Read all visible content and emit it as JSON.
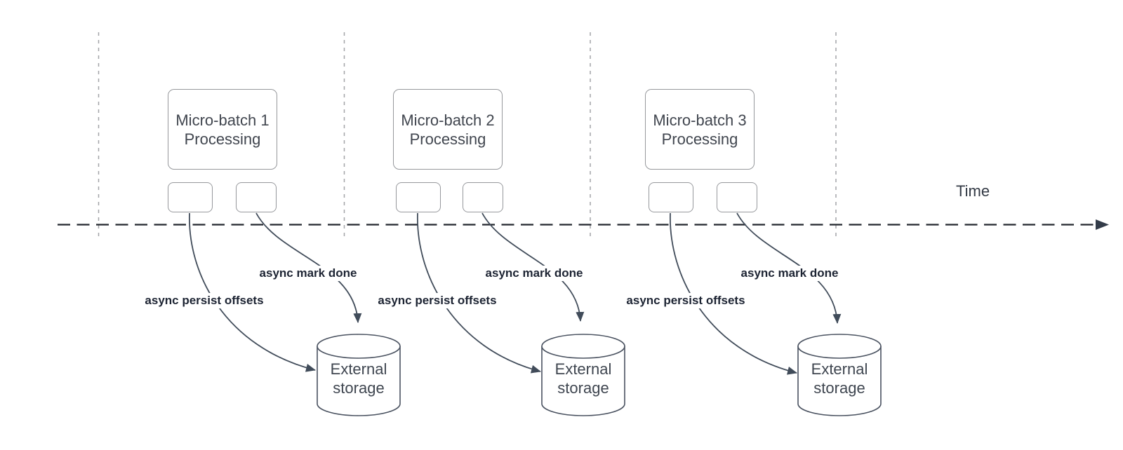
{
  "diagram": {
    "time_axis_label": "Time",
    "groups": [
      {
        "batch_title_line1": "Micro-batch 1",
        "batch_title_line2": "Processing",
        "persist_arrow_label": "async persist offsets",
        "mark_done_arrow_label": "async mark done",
        "storage_label_line1": "External",
        "storage_label_line2": "storage"
      },
      {
        "batch_title_line1": "Micro-batch 2",
        "batch_title_line2": "Processing",
        "persist_arrow_label": "async persist offsets",
        "mark_done_arrow_label": "async mark done",
        "storage_label_line1": "External",
        "storage_label_line2": "storage"
      },
      {
        "batch_title_line1": "Micro-batch 3",
        "batch_title_line2": "Processing",
        "persist_arrow_label": "async persist offsets",
        "mark_done_arrow_label": "async mark done",
        "storage_label_line1": "External",
        "storage_label_line2": "storage"
      }
    ],
    "colors": {
      "background": "#ffffff",
      "arrow_stroke": "#414c5a",
      "box_border": "#96989c",
      "lane_divider": "#a2a4a7",
      "time_axis": "#23272e",
      "text": "#41464f",
      "bold_label": "#1d2433"
    }
  }
}
